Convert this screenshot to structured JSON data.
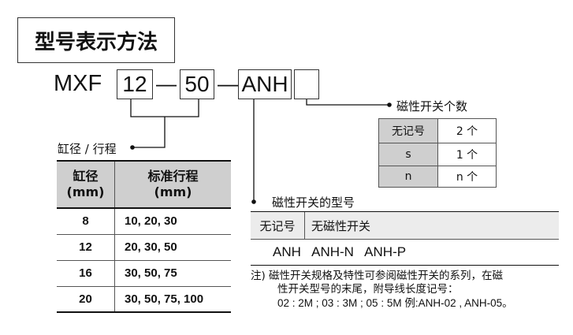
{
  "title": "型号表示方法",
  "code": {
    "prefix": "MXF",
    "bore": "12",
    "dash1": "—",
    "stroke": "50",
    "dash2": "—",
    "switch_model": "ANH",
    "switch_count": ""
  },
  "labels": {
    "bore_stroke": "缸径 / 行程",
    "switch_count": "磁性开关个数",
    "switch_model": "磁性开关的型号"
  },
  "stroke_table": {
    "headers": [
      {
        "line1": "缸径",
        "line2": "(mm)"
      },
      {
        "line1": "标准行程",
        "line2": "(mm)"
      }
    ],
    "rows": [
      {
        "bore": "8",
        "strokes": "10, 20, 30"
      },
      {
        "bore": "12",
        "strokes": "20, 30, 50"
      },
      {
        "bore": "16",
        "strokes": "30, 50, 75"
      },
      {
        "bore": "20",
        "strokes": "30, 50, 75, 100"
      }
    ]
  },
  "switch_count_table": {
    "rows": [
      {
        "code": "无记号",
        "count": "2 个"
      },
      {
        "code": "s",
        "count": "1 个"
      },
      {
        "code": "n",
        "count": "n 个"
      }
    ]
  },
  "switch_model_table": {
    "no_mark": "无记号",
    "no_mark_desc": "无磁性开关",
    "models": "ANH   ANH-N   ANH-P"
  },
  "note": {
    "line1": "注) 磁性开关规格及特性可参阅磁性开关的系列，在磁",
    "line2": "性开关型号的末尾，附导线长度记号：",
    "line3": "02 : 2M ; 03 : 3M ; 05 : 5M  例:ANH-02 , ANH-05。"
  }
}
